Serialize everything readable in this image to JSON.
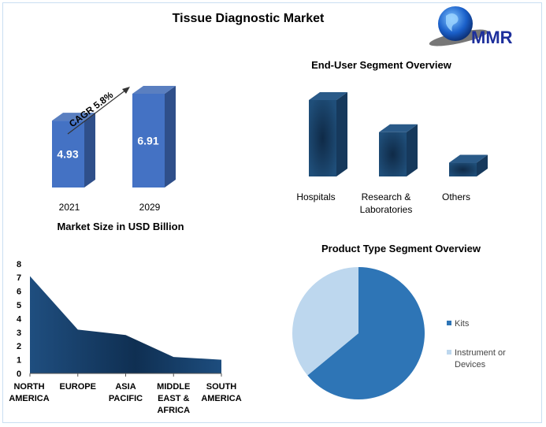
{
  "title": "Tissue Diagnostic Market",
  "logo": {
    "text": "MMR"
  },
  "chart_data": [
    {
      "type": "bar",
      "title": "Market Size in USD Billion",
      "categories": [
        "2021",
        "2029"
      ],
      "values": [
        4.93,
        6.91
      ],
      "value_labels": [
        "4.93",
        "6.91"
      ],
      "annotation": "CAGR 5.8%",
      "color": "#4472c4"
    },
    {
      "type": "bar",
      "title": "End-User Segment Overview",
      "categories": [
        "Hospitals",
        "Research & Laboratories",
        "Others"
      ],
      "category_lines": [
        [
          "Hospitals"
        ],
        [
          "Research &",
          "Laboratories"
        ],
        [
          "Others"
        ]
      ],
      "values": [
        100,
        58,
        18
      ],
      "color": "#1f4e79"
    },
    {
      "type": "area",
      "title": "",
      "categories": [
        "NORTH AMERICA",
        "EUROPE",
        "ASIA PACIFIC",
        "MIDDLE EAST & AFRICA",
        "SOUTH AMERICA"
      ],
      "category_lines": [
        [
          "NORTH",
          "AMERICA"
        ],
        [
          "EUROPE"
        ],
        [
          "ASIA",
          "PACIFIC"
        ],
        [
          "MIDDLE",
          "EAST &",
          "AFRICA"
        ],
        [
          "SOUTH",
          "AMERICA"
        ]
      ],
      "values": [
        7.1,
        3.2,
        2.8,
        1.2,
        1.0
      ],
      "ylim": [
        0,
        8
      ],
      "yticks": [
        "0",
        "1",
        "2",
        "3",
        "4",
        "5",
        "6",
        "7",
        "8"
      ],
      "color": "#1a4470"
    },
    {
      "type": "pie",
      "title": "Product Type Segment Overview",
      "labels": [
        "Kits",
        "Instrument or Devices"
      ],
      "legend_lines": [
        [
          "Kits"
        ],
        [
          "Instrument or",
          "Devices"
        ]
      ],
      "values": [
        64,
        36
      ],
      "colors": [
        "#2e75b6",
        "#bdd7ee"
      ],
      "legend": "right"
    }
  ]
}
